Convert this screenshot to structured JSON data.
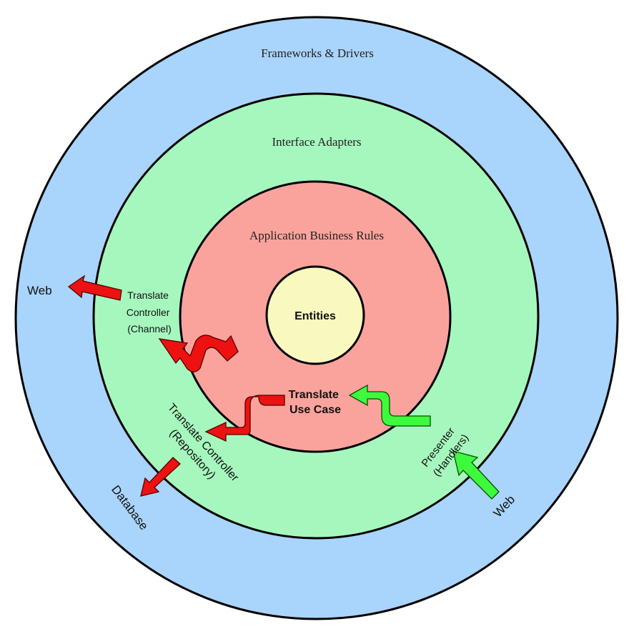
{
  "rings": {
    "frameworks": {
      "label": "Frameworks & Drivers",
      "color": "#a9d4fb"
    },
    "adapters": {
      "label": "Interface Adapters",
      "color": "#a6f7bd"
    },
    "business": {
      "label": "Application Business Rules",
      "color": "#f9a39c"
    },
    "entities": {
      "label": "Entities",
      "color": "#f9f8bf"
    }
  },
  "nodes": {
    "use_case": {
      "line1": "Translate",
      "line2": "Use Case"
    },
    "controller_channel": {
      "line1": "Translate",
      "line2": "Controller",
      "line3": "(Channel)"
    },
    "controller_repository": {
      "line1": "Translate Controller",
      "line2": "(Repository)"
    },
    "presenter": {
      "line1": "Presenter",
      "line2": "(Handlers)"
    },
    "web_left": {
      "label": "Web"
    },
    "web_right": {
      "label": "Web"
    },
    "database": {
      "label": "Database"
    }
  },
  "colors": {
    "arrow_out": "#ee1111",
    "arrow_in": "#3dfa3d"
  }
}
